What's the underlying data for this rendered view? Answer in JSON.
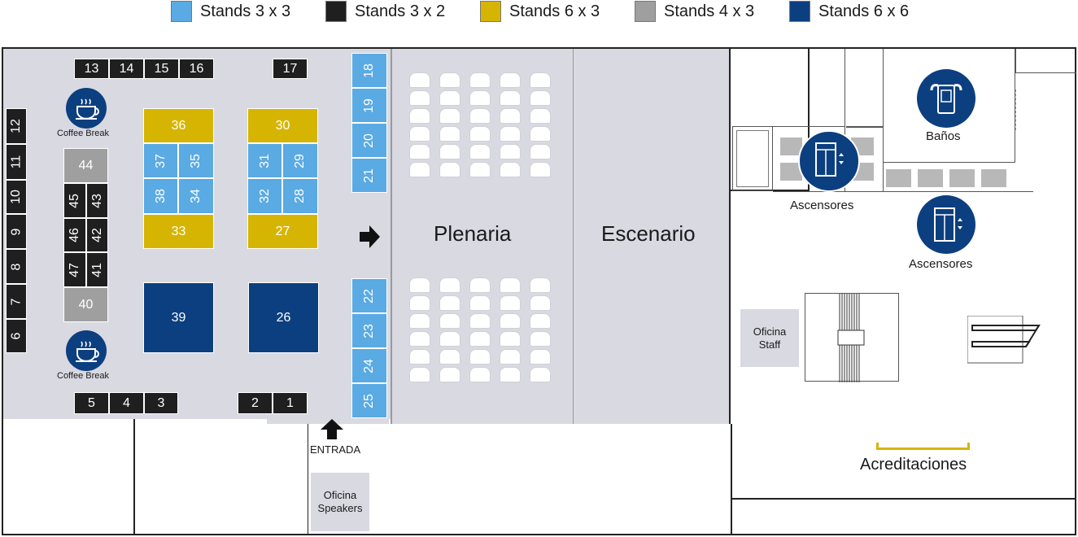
{
  "legend": [
    {
      "label": "Stands 3 x 3",
      "color": "#5aaae3"
    },
    {
      "label": "Stands 3 x 2",
      "color": "#1f1f1f"
    },
    {
      "label": "Stands 6 x 3",
      "color": "#d6b502"
    },
    {
      "label": "Stands 4 x 3",
      "color": "#9f9f9f"
    },
    {
      "label": "Stands 6 x 6",
      "color": "#0c3f7f"
    }
  ],
  "stands": {
    "top_row": [
      "13",
      "14",
      "15",
      "16",
      "17"
    ],
    "left_column": [
      "12",
      "11",
      "10",
      "9",
      "8",
      "7",
      "6"
    ],
    "bottom_row": [
      "5",
      "4",
      "3",
      "2",
      "1"
    ],
    "block_a": {
      "top": "36",
      "mid_left": [
        "37",
        "38"
      ],
      "mid_right": [
        "35",
        "34"
      ],
      "bottom": "33",
      "big": "39"
    },
    "block_b": {
      "top": "30",
      "mid_left": [
        "31",
        "32"
      ],
      "mid_right": [
        "29",
        "28"
      ],
      "bottom": "27",
      "big": "26"
    },
    "center_column": {
      "top": "44",
      "left": [
        "45",
        "46",
        "47"
      ],
      "right": [
        "43",
        "42",
        "41"
      ],
      "bottom": "40"
    },
    "plenaria_top": [
      "18",
      "19",
      "20",
      "21"
    ],
    "plenaria_bottom": [
      "22",
      "23",
      "24",
      "25"
    ]
  },
  "labels": {
    "coffee_top": "Coffee Break",
    "coffee_bottom": "Coffee Break",
    "plenaria": "Plenaria",
    "escenario": "Escenario",
    "entrada": "ENTRADA",
    "oficina_speakers": "Oficina Speakers",
    "oficina_staff": "Oficina Staff",
    "banos": "Baños",
    "ascensores_1": "Ascensores",
    "ascensores_2": "Ascensores",
    "acreditaciones": "Acreditaciones"
  },
  "icons": {
    "coffee": "coffee-cup-icon",
    "elevator": "elevator-icon",
    "restroom": "restroom-icon",
    "arrow_right": "arrow-right-icon",
    "arrow_up": "arrow-up-icon"
  },
  "colors": {
    "floor": "#d9d9e2",
    "accent": "#0c3f7f",
    "accreditation": "#d6b502"
  }
}
